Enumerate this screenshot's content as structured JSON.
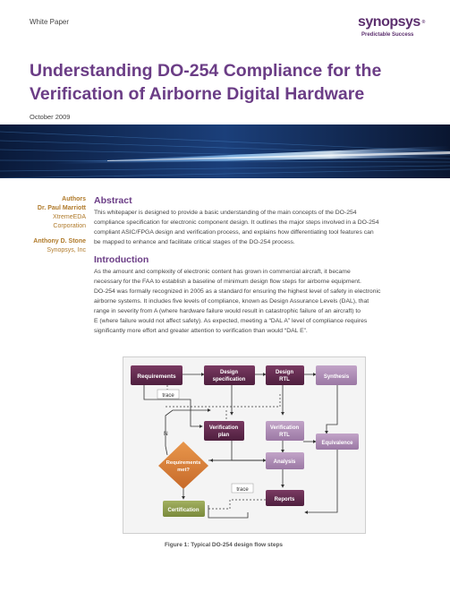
{
  "header": {
    "label": "White Paper",
    "logo_word": "synopsys",
    "logo_tm": "®",
    "logo_tagline": "Predictable Success"
  },
  "title": {
    "line1": "Understanding DO-254 Compliance for the",
    "line2": "Verification of Airborne Digital Hardware"
  },
  "date": "October 2009",
  "sidebar": {
    "heading": "Authors",
    "authors": [
      {
        "name": "Dr. Paul Marriott",
        "org_line1": "XtremeEDA",
        "org_line2": "Corporation"
      },
      {
        "name": "Anthony D. Stone",
        "org_line1": "Synopsys, Inc",
        "org_line2": ""
      }
    ]
  },
  "abstract": {
    "heading": "Abstract",
    "lines": [
      "This whitepaper is designed to provide a basic understanding of the main concepts of the DO-254",
      "compliance specification for electronic component design. It outlines the major steps involved in a DO-254",
      "compliant ASIC/FPGA design and verification process, and explains how differentiating tool features can",
      "be mapped to enhance and facilitate critical stages of the DO-254 process."
    ]
  },
  "introduction": {
    "heading": "Introduction",
    "lines": [
      "As the amount and complexity of electronic content has grown in commercial aircraft, it became",
      "necessary for the FAA to establish a baseline of minimum design flow steps for airborne equipment.",
      "DO-254 was formally recognized in 2005 as a standard for ensuring the highest level of safety in electronic",
      "airborne systems. It includes five levels of compliance, known as Design Assurance Levels (DAL), that",
      "range in severity from A (where hardware failure would result in catastrophic failure of an aircraft) to",
      "E (where failure would not affect safety). As expected, meeting a “DAL A” level of compliance requires",
      "significantly more effort and greater attention to verification than would “DAL E”."
    ]
  },
  "diagram": {
    "requirements": "Requirements",
    "design_spec_1": "Design",
    "design_spec_2": "specification",
    "design_rtl_1": "Design",
    "design_rtl_2": "RTL",
    "synthesis": "Synthesis",
    "trace_top": "trace",
    "n_label": "N",
    "verif_plan_1": "Verification",
    "verif_plan_2": "plan",
    "verif_rtl_1": "Verification",
    "verif_rtl_2": "RTL",
    "equivalence": "Equivalence",
    "req_met_1": "Requirements",
    "req_met_2": "met?",
    "analysis": "Analysis",
    "trace_bottom": "trace",
    "reports": "Reports",
    "certification": "Certification"
  },
  "caption": "Figure 1: Typical DO-254 design flow steps",
  "colors": {
    "brand_purple": "#6b3d86",
    "author_gold": "#b07a2a",
    "box_dark": "#5e2a4a",
    "box_light": "#a07aa8",
    "diamond": "#d67f3a",
    "cert_green": "#8a9a4a"
  }
}
